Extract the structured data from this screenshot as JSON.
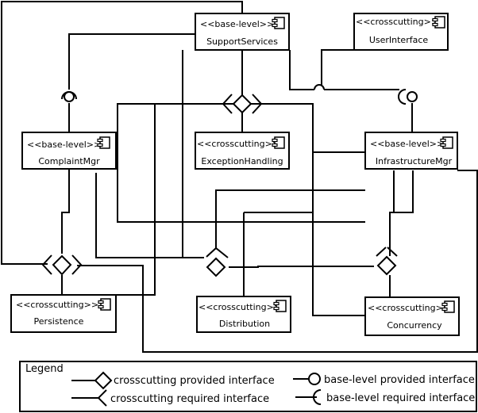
{
  "components": {
    "support_services": {
      "stereotype": "<<base-level>>",
      "name": "SupportServices"
    },
    "user_interface": {
      "stereotype": "<<crosscutting>>",
      "name": "UserInterface"
    },
    "complaint_mgr": {
      "stereotype": "<<base-level>>",
      "name": "ComplaintMgr"
    },
    "exception_handling": {
      "stereotype": "<<crosscutting>>",
      "name": "ExceptionHandling"
    },
    "infrastructure_mgr": {
      "stereotype": "<<base-level>>",
      "name": "InfrastructureMgr"
    },
    "persistence": {
      "stereotype": "<<crosscutting>>",
      "name": "Persistence"
    },
    "distribution": {
      "stereotype": "<<crosscutting>>",
      "name": "Distribution"
    },
    "concurrency": {
      "stereotype": "<<crosscutting>>",
      "name": "Concurrency"
    }
  },
  "legend": {
    "title": "Legend",
    "crosscutting_provided": "crosscutting provided interface",
    "crosscutting_required": "crosscutting required interface",
    "base_provided": "base-level provided interface",
    "base_required": "base-level required interface"
  }
}
